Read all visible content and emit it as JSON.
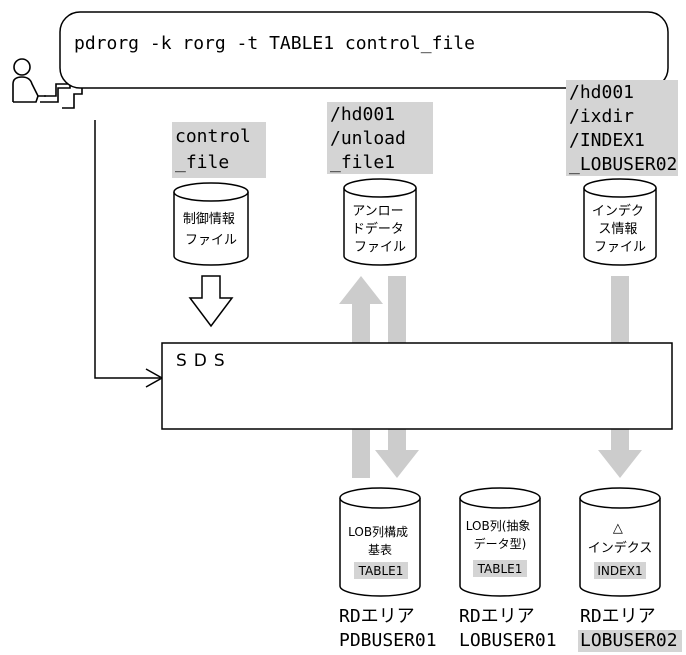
{
  "command": "pdrorg -k rorg -t TABLE1 control_file",
  "control_file": {
    "path_lines": [
      "control",
      "_file"
    ],
    "cylinder_lines": [
      "制御情報",
      "ファイル"
    ]
  },
  "unload_file": {
    "path_lines": [
      "/hd001",
      "/unload",
      "_file1"
    ],
    "cylinder_lines": [
      "アンロー",
      "ドデータ",
      "ファイル"
    ]
  },
  "index_file": {
    "path_lines": [
      "/hd001",
      "/ixdir",
      "/INDEX1",
      "_LOBUSER02"
    ],
    "cylinder_lines": [
      "インデク",
      "ス情報",
      "ファイル"
    ]
  },
  "sds_label": "SDS",
  "rdareas": [
    {
      "cylinder_lines": [
        "LOB列構成",
        "基表"
      ],
      "badge": "TABLE1",
      "label_lines": [
        "RDエリア",
        "PDBUSER01"
      ]
    },
    {
      "cylinder_lines": [
        "LOB列(抽象",
        "データ型)"
      ],
      "badge": "TABLE1",
      "label_lines": [
        "RDエリア",
        "LOBUSER01"
      ]
    },
    {
      "cylinder_lines": [
        "△",
        "インデクス"
      ],
      "badge": "INDEX1",
      "label_lines": [
        "RDエリア",
        "LOBUSER02"
      ]
    }
  ],
  "colors": {
    "highlight": "#d4d4d4",
    "flow_arrow": "#cccccc",
    "line": "#000000"
  },
  "icons": [
    "user-at-terminal-icon"
  ]
}
